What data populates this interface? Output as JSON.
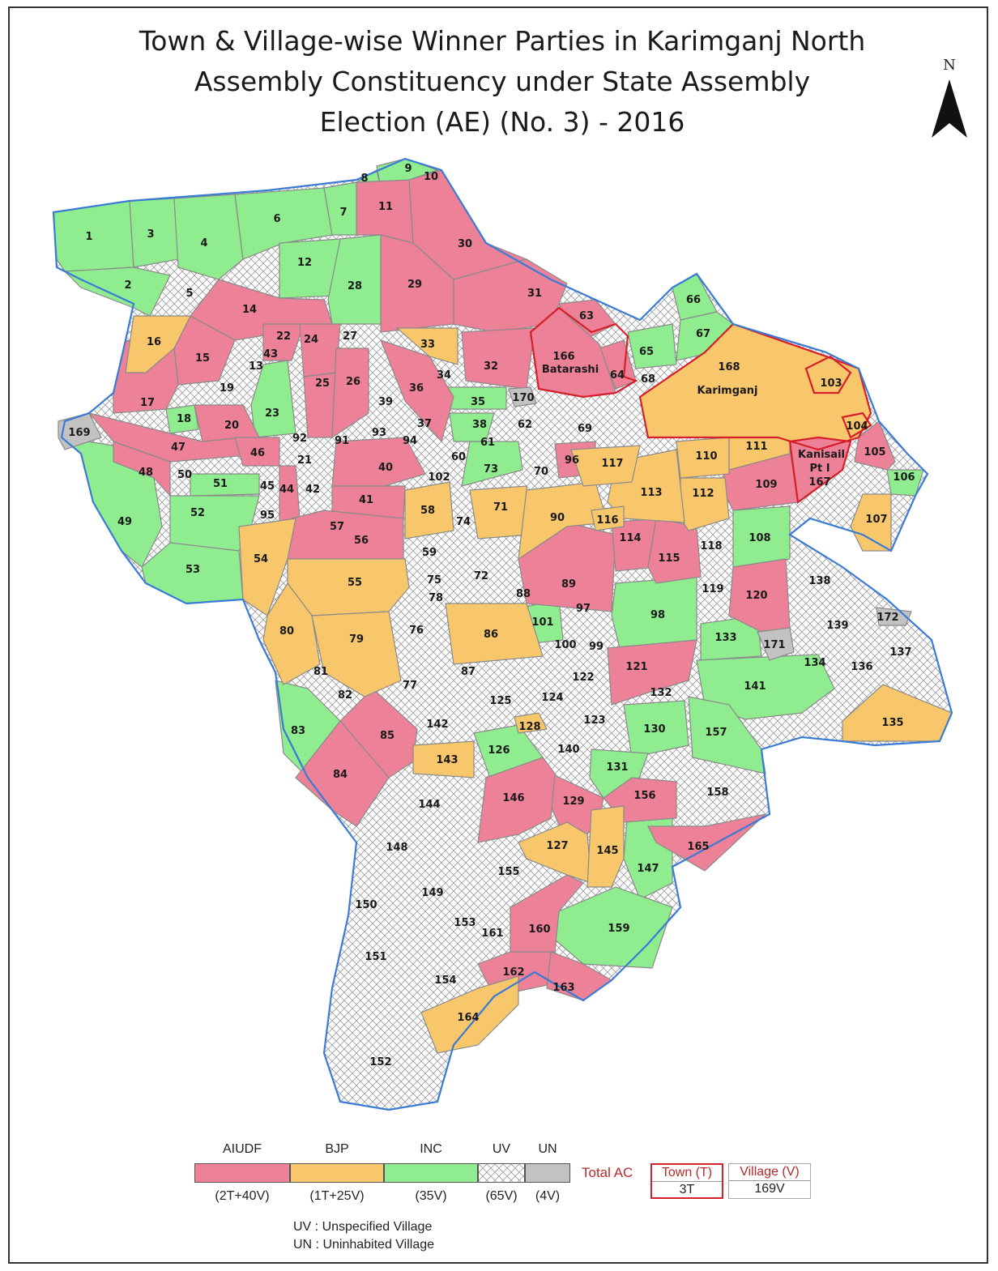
{
  "title": {
    "line1": "Town & Village-wise Winner Parties in Karimganj North",
    "line2": "Assembly Constituency under State Assembly",
    "line3": "Election (AE) (No. 3) - 2016"
  },
  "north_arrow": {
    "label": "N"
  },
  "colors": {
    "AIUDF": "#ec8197",
    "BJP": "#f8c76b",
    "INC": "#8fec8f",
    "UV": "#ffffff",
    "UN": "#c2c2c2",
    "town_border": "#d61f2b",
    "boundary": "#3a7bd5"
  },
  "legend": {
    "parties": [
      {
        "name": "AIUDF",
        "count": "(2T+40V)",
        "color": "#ec8197"
      },
      {
        "name": "BJP",
        "count": "(1T+25V)",
        "color": "#f8c76b"
      },
      {
        "name": "INC",
        "count": "(35V)",
        "color": "#8fec8f"
      },
      {
        "name": "UV",
        "count": "(65V)",
        "color": "hatch"
      },
      {
        "name": "UN",
        "count": "(4V)",
        "color": "#c2c2c2"
      }
    ],
    "total_label": "Total AC",
    "town_header": "Town (T)",
    "town_value": "3T",
    "village_header": "Village (V)",
    "village_value": "169V",
    "note_uv": "UV : Unspecified Village",
    "note_un": "UN : Uninhabited Village"
  },
  "towns": [
    {
      "id": "166",
      "name": "Batarashi",
      "party": "AIUDF"
    },
    {
      "id": "168",
      "name": "Karimganj",
      "party": "BJP"
    },
    {
      "id": "167",
      "name": "Kanisail Pt I",
      "party": "AIUDF"
    }
  ],
  "regions": {
    "AIUDF": [
      "11",
      "14",
      "15",
      "17",
      "20",
      "22",
      "24",
      "25",
      "26",
      "29",
      "30",
      "31",
      "32",
      "36",
      "40",
      "41",
      "44",
      "46",
      "47",
      "48",
      "56",
      "63",
      "64",
      "84",
      "85",
      "89",
      "96",
      "105",
      "109",
      "114",
      "115",
      "120",
      "121",
      "129",
      "146",
      "156",
      "160",
      "162",
      "163",
      "165"
    ],
    "BJP": [
      "16",
      "33",
      "54",
      "55",
      "58",
      "71",
      "79",
      "80",
      "86",
      "90",
      "107",
      "110",
      "111",
      "112",
      "113",
      "116",
      "117",
      "127",
      "128",
      "135",
      "143",
      "145",
      "164",
      "104",
      "103"
    ],
    "INC": [
      "1",
      "2",
      "3",
      "4",
      "6",
      "7",
      "8",
      "9",
      "12",
      "18",
      "23",
      "28",
      "35",
      "38",
      "49",
      "51",
      "52",
      "53",
      "65",
      "66",
      "67",
      "73",
      "83",
      "98",
      "101",
      "106",
      "108",
      "126",
      "130",
      "131",
      "133",
      "141",
      "147",
      "157",
      "159"
    ],
    "UN": [
      "169",
      "170",
      "171",
      "172"
    ]
  }
}
